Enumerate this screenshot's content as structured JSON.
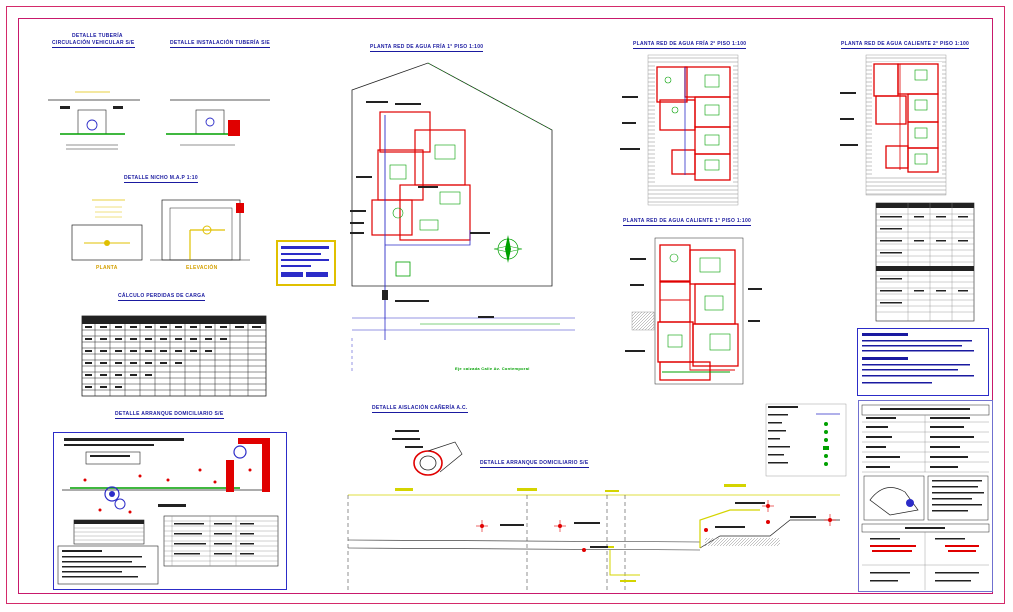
{
  "titles": {
    "detalle_tuberia": "DETALLE TUBERÍA",
    "circulacion_vehicular": "CIRCULACIÓN VEHICULAR S/E",
    "detalle_instalacion": "DETALLE INSTALACIÓN TUBERÍA S/E",
    "detalle_nicho": "DETALLE NICHO M.A.P 1:10",
    "calculo_perdidas": "CÁLCULO PERDIDAS DE CARGA",
    "detalle_arranque_1": "DETALLE ARRANQUE DOMICILIARIO S/E",
    "planta_fria_1": "PLANTA RED DE AGUA FRÍA 1° PISO 1:100",
    "planta_fria_2": "PLANTA RED DE AGUA FRÍA 2° PISO 1:100",
    "planta_caliente_2": "PLANTA RED DE AGUA CALIENTE 2° PISO 1:100",
    "planta_caliente_1": "PLANTA RED DE AGUA CALIENTE 1° PISO 1:100",
    "detalle_aislacion": "DETALLE AISLACIÓN CAÑERÍA A.C.",
    "detalle_arranque_2": "DETALLE ARRANQUE DOMICILIARIO S/E",
    "planta_label": "PLANTA",
    "elevacion_label": "ELEVACIÓN",
    "calle_label": "Eje calzada Calle Av. Contemporal"
  },
  "colors": {
    "frame": "#c8196c",
    "title": "#1a1aa0",
    "wall": "#e00000",
    "pipe_cold": "#00a000",
    "pipe_hot": "#e00000",
    "dim": "#d4d400",
    "line": "#202020",
    "accent_blue": "#2c2cc8"
  }
}
